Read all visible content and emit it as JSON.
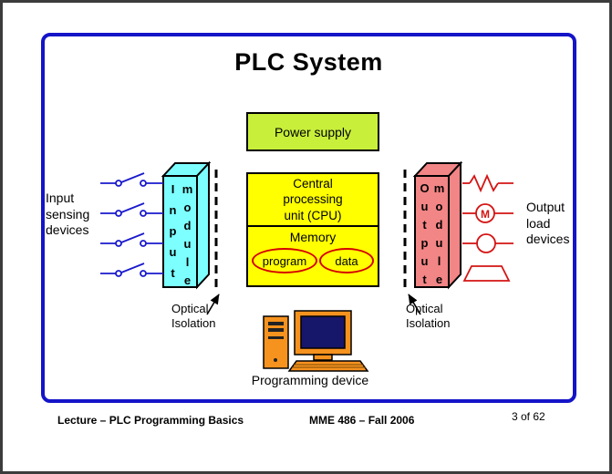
{
  "slide": {
    "title": "PLC System",
    "footer": {
      "left": "Lecture – PLC Programming Basics",
      "center": "MME 486 – Fall 2006",
      "right": "3 of 62"
    }
  },
  "diagram": {
    "power_supply": "Power supply",
    "cpu": "Central processing unit (CPU)",
    "memory": "Memory",
    "memory_items": {
      "program": "program",
      "data": "data"
    },
    "input_module": {
      "word1": "Input",
      "word2": "module"
    },
    "output_module": {
      "word1": "Output",
      "word2": "module"
    },
    "input_devices_label": "Input sensing devices",
    "output_devices_label": "Output load devices",
    "optical_isolation_left": "Optical Isolation",
    "optical_isolation_right": "Optical Isolation",
    "motor_label": "M",
    "programming_device_label": "Programming device"
  },
  "colors": {
    "frame_blue": "#1414c8",
    "power_supply_green": "#c8ef3a",
    "cpu_yellow": "#ffff00",
    "input_module_cyan": "#7dffff",
    "output_module_pink": "#f28585",
    "wiring_blue": "#1a1acd",
    "load_red": "#d41414",
    "device_orange": "#f6921e",
    "ellipse_red": "#d40000"
  }
}
